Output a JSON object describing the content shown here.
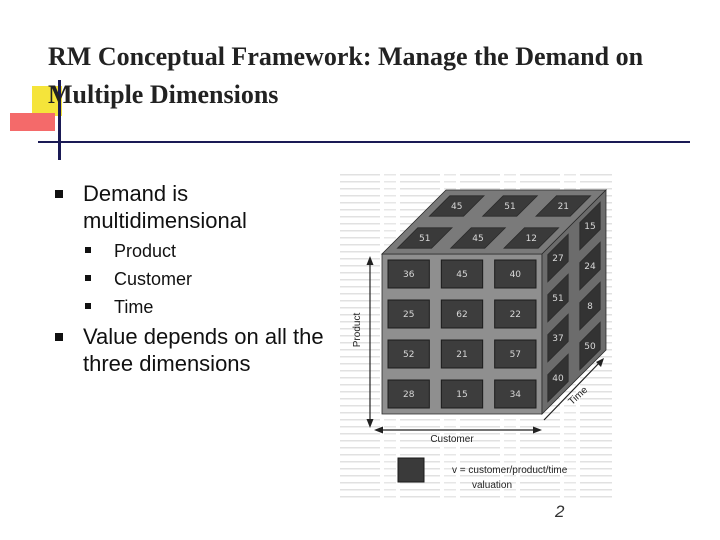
{
  "slide": {
    "title": "RM Conceptual Framework: Manage the Demand on Multiple Dimensions",
    "bullets": [
      {
        "text": "Demand is multidimensional",
        "sub": [
          "Product",
          "Customer",
          "Time"
        ]
      },
      {
        "text": "Value depends on all the three dimensions",
        "sub": []
      }
    ],
    "figure": {
      "product_label": "Product",
      "customer_label": "Customer",
      "time_label": "Time",
      "legend_label": "v = customer/product/time",
      "valuation_label": "valuation",
      "top_values": [
        [
          "45",
          "51",
          "21"
        ],
        [
          "51",
          "45",
          "12"
        ]
      ],
      "front_values": [
        [
          "36",
          "45",
          "40"
        ],
        [
          "25",
          "62",
          "22"
        ],
        [
          "52",
          "21",
          "57"
        ],
        [
          "28",
          "15",
          "34"
        ]
      ],
      "right_values": [
        [
          "27",
          "15"
        ],
        [
          "51",
          "24"
        ],
        [
          "37",
          "8"
        ],
        [
          "40",
          "50"
        ]
      ]
    },
    "page_number": "2"
  }
}
